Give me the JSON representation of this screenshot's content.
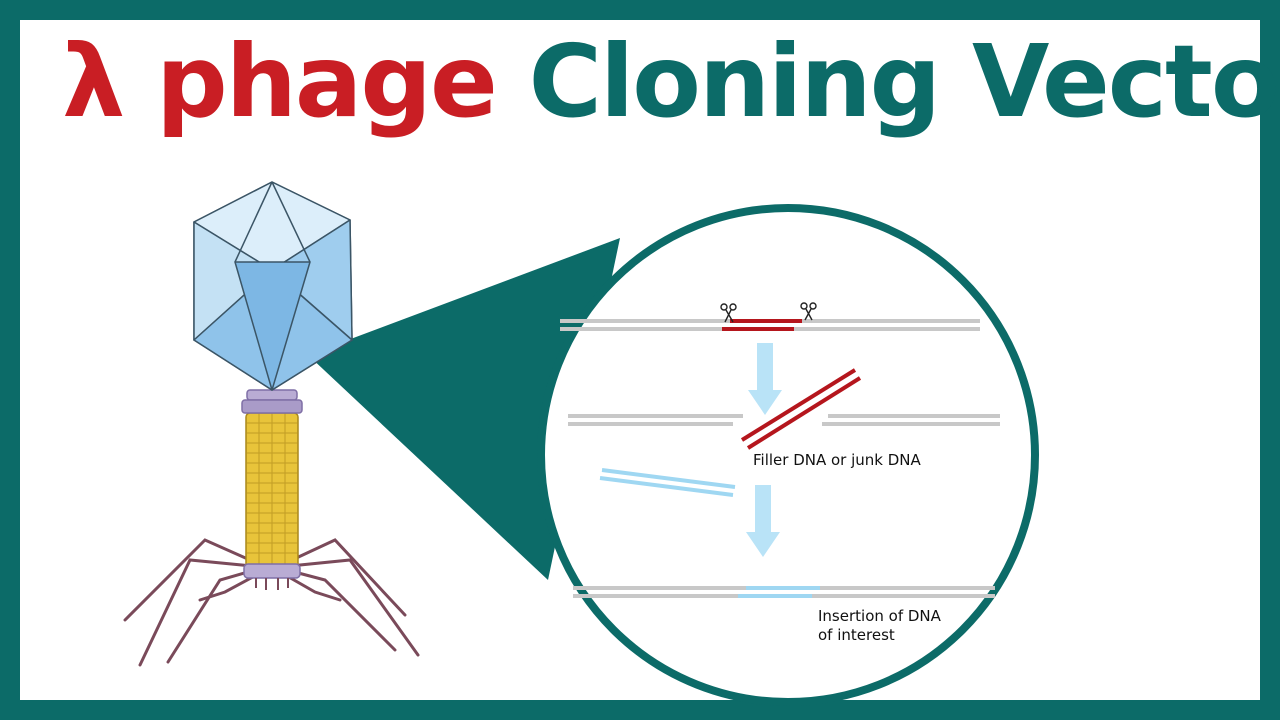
{
  "title": {
    "lambda": "λ",
    "part1": "phage",
    "part2": "Cloning Vector"
  },
  "labels": {
    "filler": "Filler DNA or junk DNA",
    "insertion_line1": "Insertion of DNA",
    "insertion_line2": "of interest"
  },
  "colors": {
    "frame": "#0c6b68",
    "title_red": "#c91e24",
    "title_teal": "#0c6b68",
    "dna_gray": "#c8c8c8",
    "filler_red": "#b5161d",
    "insert_blue": "#9fd7f2",
    "arrow_blue": "#b9e3f7",
    "phage_head": "#a9d2ee",
    "phage_tail": "#e8c43a",
    "phage_collar": "#a99bc8",
    "phage_legs": "#7a4a5a"
  },
  "icons": {
    "scissors_left": "scissors-icon",
    "scissors_right": "scissors-icon"
  }
}
